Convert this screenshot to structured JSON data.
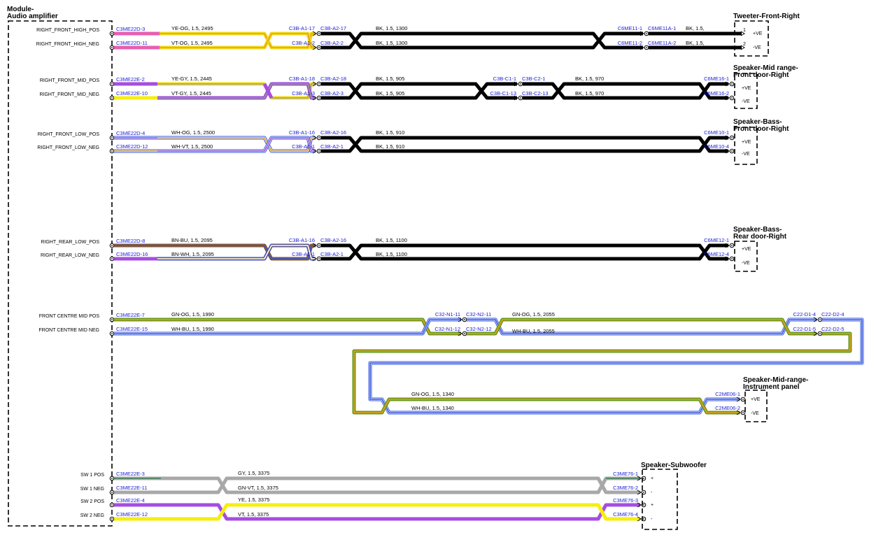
{
  "amplifier": {
    "title_line1": "Module-",
    "title_line2": "Audio amplifier"
  },
  "speakers": [
    {
      "l1": "Tweeter-Front-Right",
      "l2": "",
      "pins": [
        "+VE",
        "-VE"
      ],
      "pin_nums": [
        "1",
        "2"
      ]
    },
    {
      "l1": "Speaker-Mid range-",
      "l2": "Front door-Right",
      "pins": [
        "+VE",
        "-VE"
      ]
    },
    {
      "l1": "Speaker-Bass-",
      "l2": "Front door-Right",
      "pins": [
        "+VE",
        "-VE"
      ]
    },
    {
      "l1": "Speaker-Bass-",
      "l2": "Rear door-Right",
      "pins": [
        "+VE",
        "-VE"
      ]
    },
    {
      "l1": "Speaker-Mid-range-",
      "l2": "Instrument panel",
      "pins": [
        "+VE",
        "-VE"
      ]
    },
    {
      "l1": "Speaker-Subwoofer",
      "l2": "",
      "pins": [
        "+",
        "-",
        "+",
        "-"
      ]
    }
  ],
  "circuits": [
    {
      "name": "RIGHT_FRONT_HIGH_POS",
      "src": "C3ME22D-3",
      "w1": "YE-OG,  1.5,  2495",
      "j1a": "C3B-A1-17",
      "j1b": "C3B-A2-17",
      "w2": "BK,  1.5,  1300",
      "j2a": "C6ME11-1",
      "j2b": "C6ME11A-1",
      "w3": "BK,  1.5,"
    },
    {
      "name": "RIGHT_FRONT_HIGH_NEG",
      "src": "C3ME22D-11",
      "w1": "VT-OG,  1.5,  2495",
      "j1a": "C3B-A1-2",
      "j1b": "C3B-A2-2",
      "w2": "BK,  1.5,  1300",
      "j2a": "C6ME11-2",
      "j2b": "C6ME11A-2",
      "w3": "BK,  1.5,"
    },
    {
      "name": "RIGHT_FRONT_MID_POS",
      "src": "C3ME22E-2",
      "w1": "YE-GY,  1.5,  2445",
      "j1a": "C3B-A1-18",
      "j1b": "C3B-A2-18",
      "w2": "BK,  1.5,  905",
      "j2a": "C3B-C1-1",
      "j2b": "C3B-C2-1",
      "w3": "BK,  1.5,  970",
      "dst": "C6ME16-1"
    },
    {
      "name": "RIGHT_FRONT_MID_NEG",
      "src": "C3ME22E-10",
      "w1": "VT-GY,  1.5,  2445",
      "j1a": "C3B-A1-3",
      "j1b": "C3B-A2-3",
      "w2": "BK,  1.5,  905",
      "j2a": "C3B-C1-13",
      "j2b": "C3B-C2-13",
      "w3": "BK,  1.5,  970",
      "dst": "C6ME16-2"
    },
    {
      "name": "RIGHT_FRONT_LOW_POS",
      "src": "C3ME22D-4",
      "w1": "WH-OG,  1.5,  2500",
      "j1a": "C3B-A1-16",
      "j1b": "C3B-A2-16",
      "w2": "BK,  1.5,  910",
      "dst": "C6ME10-1"
    },
    {
      "name": "RIGHT_FRONT_LOW_NEG",
      "src": "C3ME22D-12",
      "w1": "WH-VT,  1.5,  2500",
      "j1a": "C3B-A1-1",
      "j1b": "C3B-A2-1",
      "w2": "BK,  1.5,  910",
      "dst": "C6ME10-4"
    },
    {
      "name": "RIGHT_REAR_LOW_POS",
      "src": "C3ME22D-8",
      "w1": "BN-BU,  1.5,  2095",
      "j1a": "C3B-A1-16",
      "j1b": "C3B-A2-16",
      "w2": "BK,  1.5,  1100",
      "dst": "C6ME12-1"
    },
    {
      "name": "RIGHT_REAR_LOW_NEG",
      "src": "C3ME22D-16",
      "w1": "BN-WH,  1.5,  2095",
      "j1a": "C3B-A1-1",
      "j1b": "C3B-A2-1",
      "w2": "BK,  1.5,  1100",
      "dst": "C6ME12-4"
    },
    {
      "name": "FRONT CENTRE MID POS",
      "src": "C3ME22E-7",
      "w1": "GN-OG,  1.5,  1990",
      "j1a": "C32-N1-11",
      "j1b": "C32-N2-11",
      "w2": "GN-OG,  1.5,  2055",
      "j2a": "C22-D1-4",
      "j2b": "C22-D2-4",
      "w3": "GN-OG,  1.5,  1340",
      "dst": "C2ME06-1"
    },
    {
      "name": "FRONT CENTRE MID NEG",
      "src": "C3ME22E-15",
      "w1": "WH-BU,  1.5,  1990",
      "j1a": "C32-N1-12",
      "j1b": "C32-N2-12",
      "w2": "WH-BU,  1.5,  2055",
      "j2a": "C22-D1-5",
      "j2b": "C22-D2-5",
      "w3": "WH-BU,  1.5,  1340",
      "dst": "C2ME06-2"
    },
    {
      "name": "SW 1 POS",
      "src": "C3ME22E-3",
      "w1": "GY,  1.5,  3375",
      "dst": "C3ME76-1"
    },
    {
      "name": "SW 1 NEG",
      "src": "C3ME22E-11",
      "w1": "GN-VT,  1.5,  3375",
      "dst": "C3ME76-2"
    },
    {
      "name": "SW 2 POS",
      "src": "C3ME22E-4",
      "w1": "YE,  1.5,  3375",
      "dst": "C3ME76-3"
    },
    {
      "name": "SW 2 NEG",
      "src": "C3ME22E-12",
      "w1": "VT,  1.5,  3375",
      "dst": "C3ME76-4"
    }
  ],
  "colors": {
    "YE-OG": [
      "#f2dc1c",
      "#e8a01e"
    ],
    "VT-OG": [
      "#9b4fd6",
      "#e8a01e"
    ],
    "YE-GY": [
      "#f2dc1c",
      "#9a9a9a"
    ],
    "VT-GY": [
      "#9b4fd6",
      "#9a9a9a"
    ],
    "WH-OG": [
      "#ffffff",
      "#e8a01e"
    ],
    "WH-VT": [
      "#ffffff",
      "#9b4fd6"
    ],
    "BN-BU": [
      "#8b5a2b",
      "#3355dd"
    ],
    "BN-WH": [
      "#8b5a2b",
      "#ffffff"
    ],
    "GN-OG": [
      "#6a9a1e",
      "#e8a01e"
    ],
    "WH-BU": [
      "#ffffff",
      "#3355dd"
    ],
    "GY": [
      "#a8a8a8",
      "#a8a8a8"
    ],
    "GN-VT": [
      "#a8a8a8",
      "#3f7f5a"
    ],
    "YE": [
      "#f5ee10",
      "#f5ee10"
    ],
    "VT": [
      "#a64ee0",
      "#a64ee0"
    ],
    "BK": [
      "#000000",
      "#000000"
    ],
    "PK-start": [
      "#e85fb0",
      "#e85fb0"
    ]
  }
}
